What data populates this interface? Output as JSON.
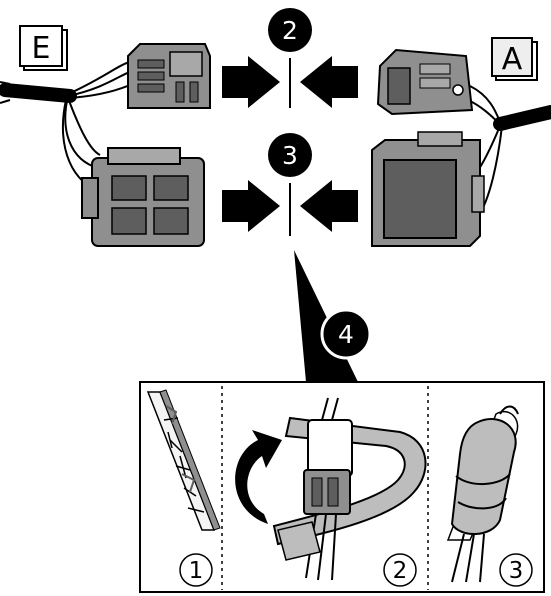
{
  "labels": {
    "left_connector": "E",
    "right_connector": "A"
  },
  "steps": {
    "step2": "2",
    "step3": "3",
    "step4": "4"
  },
  "substeps": [
    "1",
    "2",
    "3"
  ],
  "colors": {
    "ink": "#000000",
    "connector_fill": "#8f8f8f",
    "connector_dark": "#5e5e5e",
    "tape_fill": "#bdbdbd",
    "label_box_fill": "#eeeeee"
  },
  "icons": {
    "join_arrows": "arrow-pair-icon",
    "rotate": "rotate-arrow-icon",
    "sleeve": "foam-sleeve-icon"
  }
}
